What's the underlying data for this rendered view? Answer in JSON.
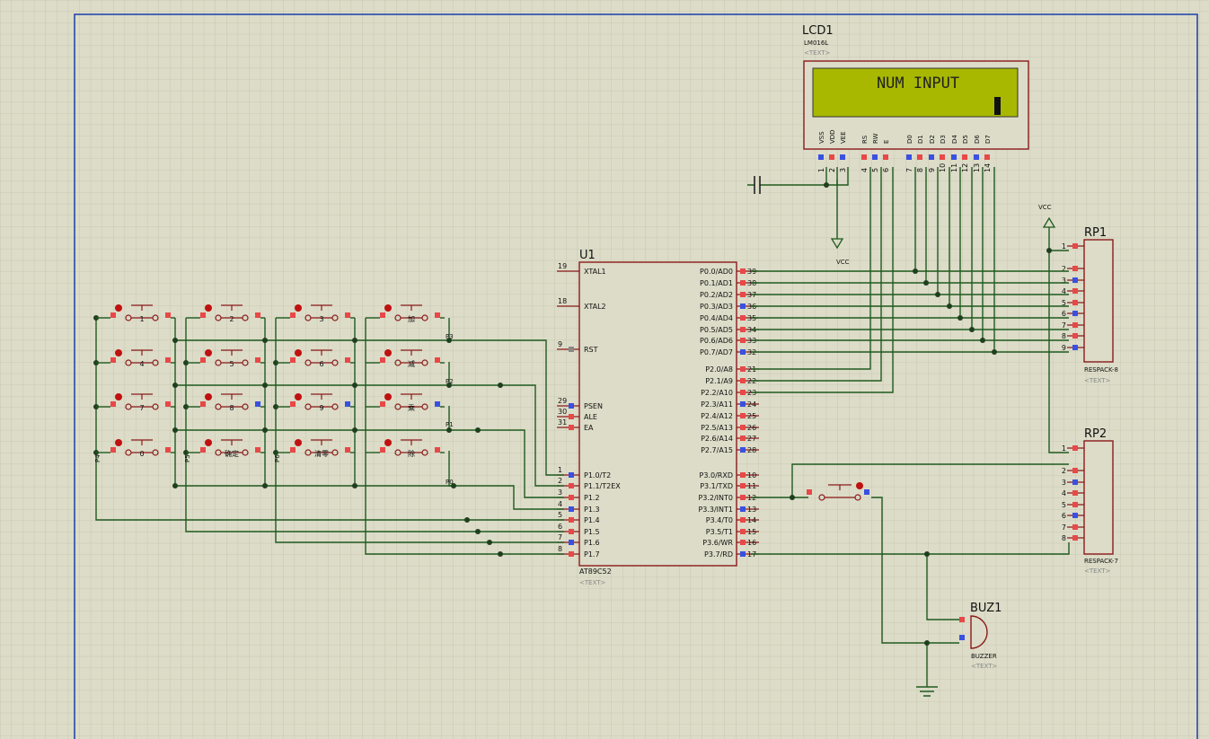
{
  "lcd": {
    "ref": "LCD1",
    "model": "LM016L",
    "text_tag": "<TEXT>",
    "display_line1": "NUM INPUT",
    "pin_labels": [
      "VSS",
      "VDD",
      "VEE",
      "RS",
      "RW",
      "E",
      "D0",
      "D1",
      "D2",
      "D3",
      "D4",
      "D5",
      "D6",
      "D7"
    ],
    "pin_numbers": [
      "1",
      "2",
      "3",
      "4",
      "5",
      "6",
      "7",
      "8",
      "9",
      "10",
      "11",
      "12",
      "13",
      "14"
    ],
    "colors": {
      "screen": "#a8b800",
      "frame": "#dcdcc8"
    }
  },
  "mcu": {
    "ref": "U1",
    "model": "AT89C52",
    "text_tag": "<TEXT>",
    "left_pins": [
      {
        "num": "19",
        "name": "XTAL1"
      },
      {
        "num": "18",
        "name": "XTAL2"
      },
      {
        "num": "9",
        "name": "RST"
      },
      {
        "num": "29",
        "name": "PSEN"
      },
      {
        "num": "30",
        "name": "ALE"
      },
      {
        "num": "31",
        "name": "EA"
      },
      {
        "num": "1",
        "name": "P1.0/T2"
      },
      {
        "num": "2",
        "name": "P1.1/T2EX"
      },
      {
        "num": "3",
        "name": "P1.2"
      },
      {
        "num": "4",
        "name": "P1.3"
      },
      {
        "num": "5",
        "name": "P1.4"
      },
      {
        "num": "6",
        "name": "P1.5"
      },
      {
        "num": "7",
        "name": "P1.6"
      },
      {
        "num": "8",
        "name": "P1.7"
      }
    ],
    "right_pins": [
      {
        "num": "39",
        "name": "P0.0/AD0"
      },
      {
        "num": "38",
        "name": "P0.1/AD1"
      },
      {
        "num": "37",
        "name": "P0.2/AD2"
      },
      {
        "num": "36",
        "name": "P0.3/AD3"
      },
      {
        "num": "35",
        "name": "P0.4/AD4"
      },
      {
        "num": "34",
        "name": "P0.5/AD5"
      },
      {
        "num": "33",
        "name": "P0.6/AD6"
      },
      {
        "num": "32",
        "name": "P0.7/AD7"
      },
      {
        "num": "21",
        "name": "P2.0/A8"
      },
      {
        "num": "22",
        "name": "P2.1/A9"
      },
      {
        "num": "23",
        "name": "P2.2/A10"
      },
      {
        "num": "24",
        "name": "P2.3/A11"
      },
      {
        "num": "25",
        "name": "P2.4/A12"
      },
      {
        "num": "26",
        "name": "P2.5/A13"
      },
      {
        "num": "27",
        "name": "P2.6/A14"
      },
      {
        "num": "28",
        "name": "P2.7/A15"
      },
      {
        "num": "10",
        "name": "P3.0/RXD"
      },
      {
        "num": "11",
        "name": "P3.1/TXD"
      },
      {
        "num": "12",
        "name": "P3.2/INT0"
      },
      {
        "num": "13",
        "name": "P3.3/INT1"
      },
      {
        "num": "14",
        "name": "P3.4/T0"
      },
      {
        "num": "15",
        "name": "P3.5/T1"
      },
      {
        "num": "16",
        "name": "P3.6/WR"
      },
      {
        "num": "17",
        "name": "P3.7/RD"
      }
    ]
  },
  "rp1": {
    "ref": "RP1",
    "model": "RESPACK-8",
    "text_tag": "<TEXT>",
    "pins": [
      "1",
      "2",
      "3",
      "4",
      "5",
      "6",
      "7",
      "8",
      "9"
    ]
  },
  "rp2": {
    "ref": "RP2",
    "model": "RESPACK-7",
    "text_tag": "<TEXT>",
    "pins": [
      "1",
      "2",
      "3",
      "4",
      "5",
      "6",
      "7",
      "8"
    ]
  },
  "buzzer": {
    "ref": "BUZ1",
    "model": "BUZZER",
    "text_tag": "<TEXT>"
  },
  "vcc_label": "VCC",
  "keypad": {
    "rows": [
      [
        "1",
        "2",
        "3",
        "加"
      ],
      [
        "4",
        "5",
        "6",
        "减"
      ],
      [
        "7",
        "8",
        "9",
        "乘"
      ],
      [
        "0",
        "确定",
        "清零",
        "除"
      ]
    ],
    "row_labels": [
      "P3",
      "P2",
      "P1",
      "P0"
    ],
    "col_labels": [
      "P4",
      "P5",
      "P6"
    ]
  }
}
